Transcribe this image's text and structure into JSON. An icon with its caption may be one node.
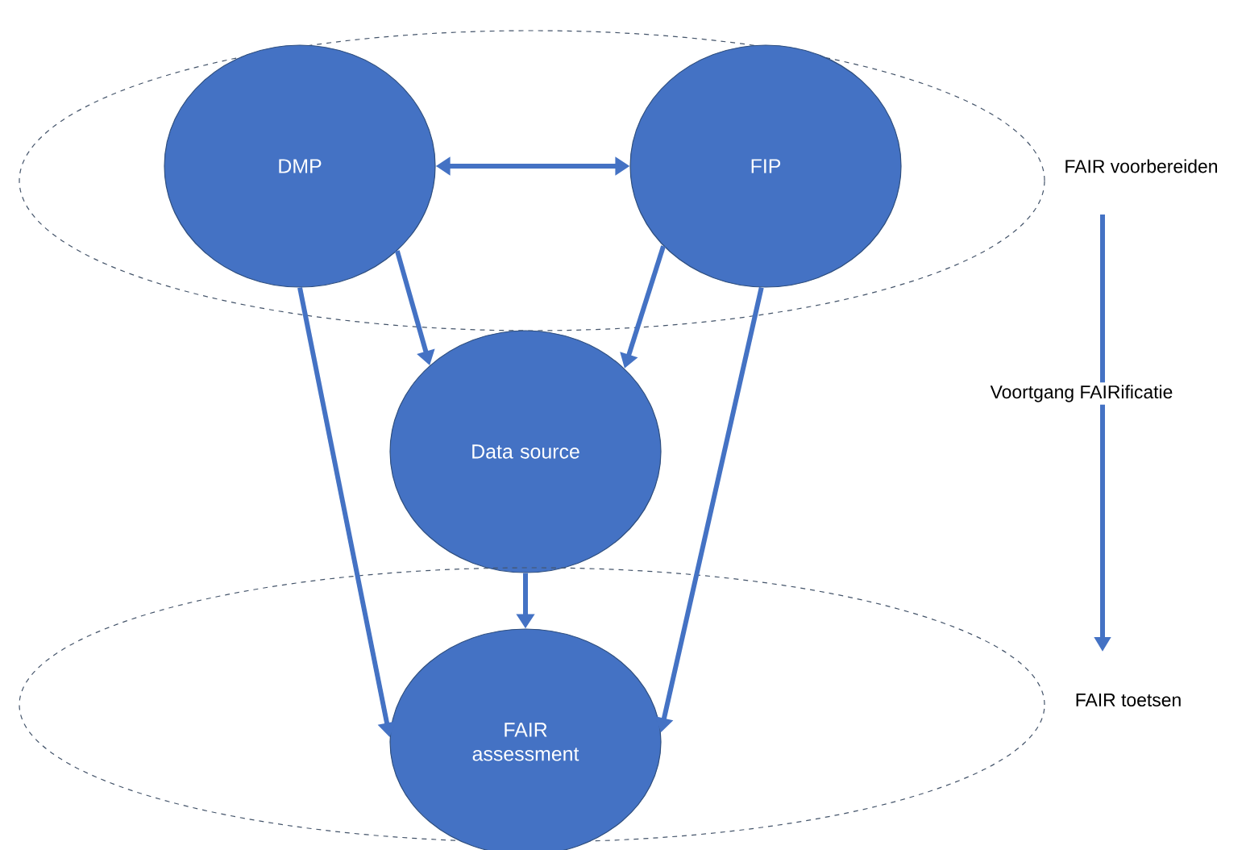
{
  "diagram": {
    "nodes": [
      {
        "text": [
          "FAIR voorbereiden"
        ]
      },
      {
        "text": [
          "DMP"
        ],
        "in": 0
      },
      {
        "text": [
          "FIP"
        ],
        "in": 0
      },
      {
        "text": [
          "Data source"
        ]
      },
      {
        "text": [
          "FAIR toetsen"
        ]
      },
      {
        "text": [
          "FAIR assessment"
        ],
        "in": 4
      }
    ],
    "edges": [
      {
        "from": 1,
        "to": 2,
        "arrow": "both"
      },
      {
        "from": 1,
        "to": 3,
        "arrow": "to"
      },
      {
        "from": 2,
        "to": 3,
        "arrow": "to"
      },
      {
        "from": 1,
        "to": 5,
        "arrow": "to"
      },
      {
        "from": 2,
        "to": 5,
        "arrow": "to"
      },
      {
        "from": 3,
        "to": 5,
        "arrow": "to"
      }
    ],
    "labels": [
      "Voortgang FAIRificatie"
    ]
  }
}
